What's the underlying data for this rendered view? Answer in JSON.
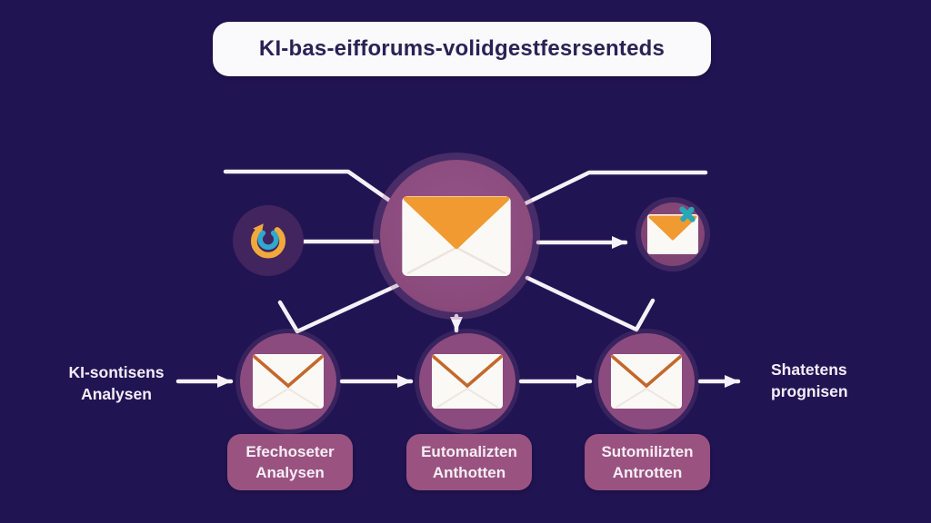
{
  "title": {
    "text": "KI-bas-eifforums-volidgestfesrsenteds"
  },
  "side_labels": {
    "left": {
      "line1": "KI-sontisens",
      "line2": "Analysen"
    },
    "right": {
      "line1": "Shatetens",
      "line2": "prognisen"
    }
  },
  "step_boxes": [
    {
      "line1": "Efechoseter",
      "line2": "Analysen"
    },
    {
      "line1": "Eutomalizten",
      "line2": "Anthotten"
    },
    {
      "line1": "Sutomilizten",
      "line2": "Antrotten"
    }
  ],
  "icons": {
    "center": "envelope-icon",
    "left": "refresh-icon",
    "right": "envelope-rejected-icon",
    "bottom": [
      "envelope-outline-icon",
      "envelope-outline-icon",
      "envelope-outline-icon"
    ],
    "badge": "x-mark-icon"
  },
  "colors": {
    "background": "#211453",
    "node_circle": "#8c4b7e",
    "node_circle_dark": "#42245f",
    "envelope_flap": "#f09a31",
    "envelope_body": "#fbf9f6",
    "envelope_outline": "#c4682c",
    "accent_teal": "#28a7b8",
    "accent_yellow": "#f2a93b",
    "connector": "#f4f2f8",
    "title_bg": "#faf9fc",
    "title_text": "#2a2254",
    "step_box_bg": "#9a5380",
    "text_light": "#f2eef8"
  }
}
